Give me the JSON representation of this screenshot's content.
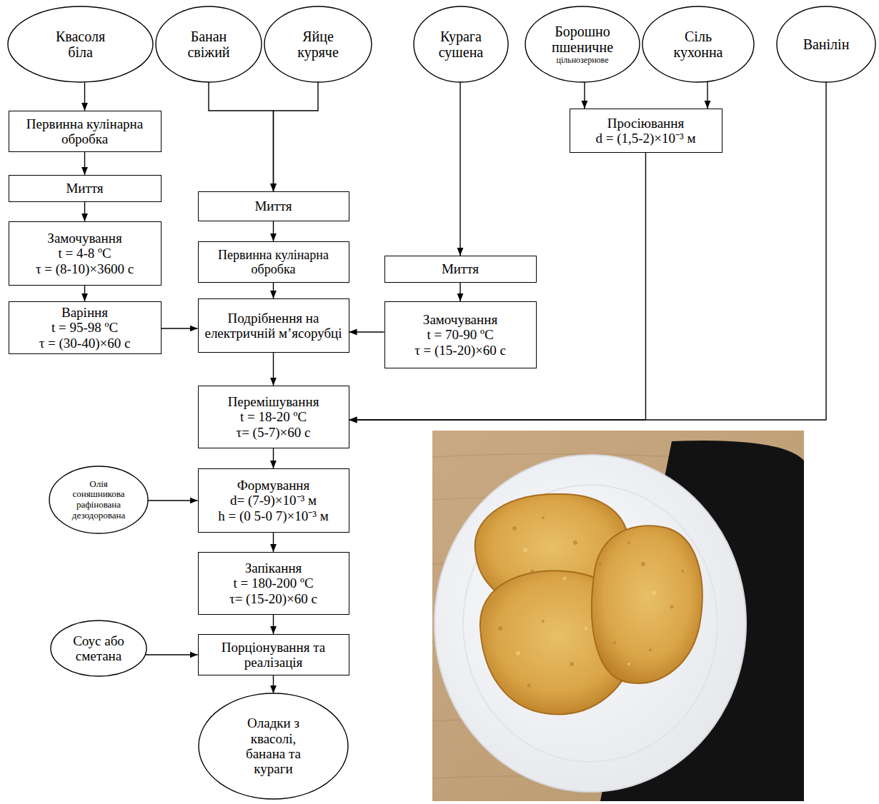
{
  "diagram": {
    "nodes": [
      {
        "text": [
          "Квасоля біла"
        ]
      },
      {
        "text": [
          "Банан свіжий"
        ]
      },
      {
        "text": [
          "Яйце куряче"
        ]
      },
      {
        "text": [
          "Курага сушена"
        ]
      },
      {
        "text": [
          "Борошно пшеничне",
          "цільнозернове"
        ]
      },
      {
        "text": [
          "Сіль кухонна"
        ]
      },
      {
        "text": [
          "Ванілін"
        ]
      },
      {
        "text": [
          "Первинна кулінарна обробка"
        ]
      },
      {
        "text": [
          "Миття"
        ]
      },
      {
        "text": [
          "Замочування",
          "t = 4-8 ºC",
          "τ = (8-10)×3600 с"
        ]
      },
      {
        "text": [
          "Варіння",
          "t = 95-98 ºC",
          "τ = (30-40)×60 с"
        ]
      },
      {
        "text": [
          "Миття"
        ]
      },
      {
        "text": [
          "Первинна кулінарна обробка"
        ]
      },
      {
        "text": [
          "Подрібнення на електричній м’ясорубці"
        ]
      },
      {
        "text": [
          "Миття"
        ]
      },
      {
        "text": [
          "Замочування",
          "t = 70-90 ºC",
          "τ = (15-20)×60 с"
        ]
      },
      {
        "text": [
          "Просіювання",
          "d = (1,5-2)×10⁻³ м"
        ]
      },
      {
        "text": [
          "Перемішування",
          "t = 18-20 ºC",
          "τ= (5-7)×60 с"
        ]
      },
      {
        "text": [
          "Олія соняшникова рафінована дезодорована"
        ]
      },
      {
        "text": [
          "Формування",
          "d= (7-9)×10⁻³ м",
          "h = (0 5-0 7)×10⁻³ м"
        ]
      },
      {
        "text": [
          "Запікання",
          "t = 180-200 ºC",
          "τ= (15-20)×60 с"
        ]
      },
      {
        "text": [
          "Соус або сметана"
        ]
      },
      {
        "text": [
          "Порціонування та реалізація"
        ]
      },
      {
        "text": [
          "Оладки з квасолі, банана та кураги"
        ]
      }
    ],
    "edges": [
      {
        "from": 0,
        "to": 7,
        "arrow": "to"
      },
      {
        "from": 7,
        "to": 8,
        "arrow": "to"
      },
      {
        "from": 8,
        "to": 9,
        "arrow": "to"
      },
      {
        "from": 9,
        "to": 10,
        "arrow": "to"
      },
      {
        "from": 10,
        "to": 13,
        "arrow": "to"
      },
      {
        "from": 1,
        "to": 11,
        "arrow": "to"
      },
      {
        "from": 2,
        "to": 11,
        "arrow": "to"
      },
      {
        "from": 11,
        "to": 12,
        "arrow": "to"
      },
      {
        "from": 12,
        "to": 13,
        "arrow": "to"
      },
      {
        "from": 3,
        "to": 14,
        "arrow": "to"
      },
      {
        "from": 14,
        "to": 15,
        "arrow": "to"
      },
      {
        "from": 15,
        "to": 13,
        "arrow": "to"
      },
      {
        "from": 4,
        "to": 16,
        "arrow": "to"
      },
      {
        "from": 5,
        "to": 16,
        "arrow": "to"
      },
      {
        "from": 13,
        "to": 17,
        "arrow": "to"
      },
      {
        "from": 16,
        "to": 17,
        "arrow": "to"
      },
      {
        "from": 6,
        "to": 17,
        "arrow": "to"
      },
      {
        "from": 17,
        "to": 19,
        "arrow": "to"
      },
      {
        "from": 18,
        "to": 19,
        "arrow": "to"
      },
      {
        "from": 19,
        "to": 20,
        "arrow": "to"
      },
      {
        "from": 20,
        "to": 22,
        "arrow": "to"
      },
      {
        "from": 21,
        "to": 22,
        "arrow": "to"
      },
      {
        "from": 22,
        "to": 23,
        "arrow": "to"
      }
    ]
  }
}
